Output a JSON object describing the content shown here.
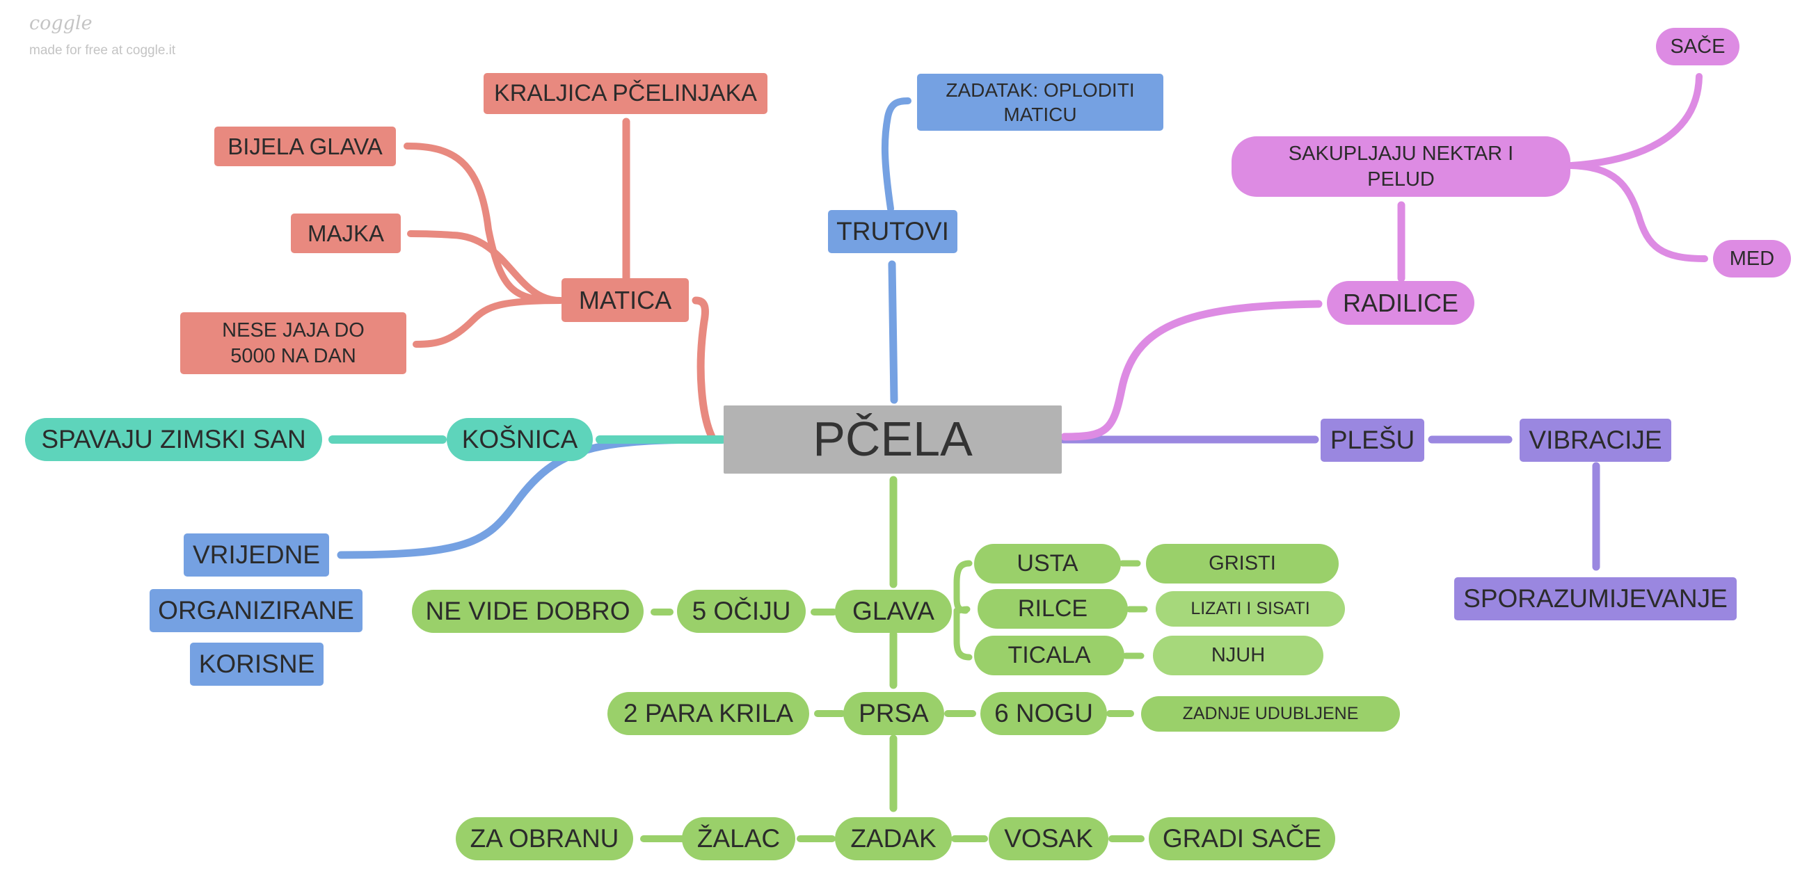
{
  "watermark": {
    "logo": "coggle",
    "text": "made for free at coggle.it"
  },
  "colors": {
    "red": "#e8897f",
    "blue": "#75a1e2",
    "purple": "#9a87e0",
    "pink": "#dd8be3",
    "teal": "#5ed4bb",
    "green": "#9ad06a",
    "root": "#b3b3b3"
  },
  "nodes": {
    "root": "PČELA",
    "matica": "MATICA",
    "kraljica": "KRALJICA PČELINJAKA",
    "bijela_glava": "BIJELA GLAVA",
    "majka": "MAJKA",
    "nese_jaja": "NESE JAJA DO 5000 NA DAN",
    "trutovi": "TRUTOVI",
    "zadatak": "ZADATAK: OPLODITI MATICU",
    "radilice": "RADILICE",
    "sakupljaju": "SAKUPLJAJU NEKTAR I PELUD",
    "sace_top": "SAČE",
    "med": "MED",
    "plesu": "PLEŠU",
    "vibracije": "VIBRACIJE",
    "sporazumijevanje": "SPORAZUMIJEVANJE",
    "kosnica": "KOŠNICA",
    "spavaju": "SPAVAJU ZIMSKI SAN",
    "vrijedne": "VRIJEDNE",
    "organizirane": "ORGANIZIRANE",
    "korisne": "KORISNE",
    "glava": "GLAVA",
    "oci": "5 OČIJU",
    "ne_vide": "NE VIDE DOBRO",
    "usta": "USTA",
    "gristi": "GRISTI",
    "rilce": "RILCE",
    "lizati": "LIZATI I SISATI",
    "ticala": "TICALA",
    "njuh": "NJUH",
    "prsa": "PRSA",
    "krila": "2 PARA KRILA",
    "nogu": "6 NOGU",
    "udubljene": "ZADNJE UDUBLJENE",
    "zadak": "ZADAK",
    "zalac": "ŽALAC",
    "obrana": "ZA OBRANU",
    "vosak": "VOSAK",
    "gradi": "GRADI SAČE"
  }
}
